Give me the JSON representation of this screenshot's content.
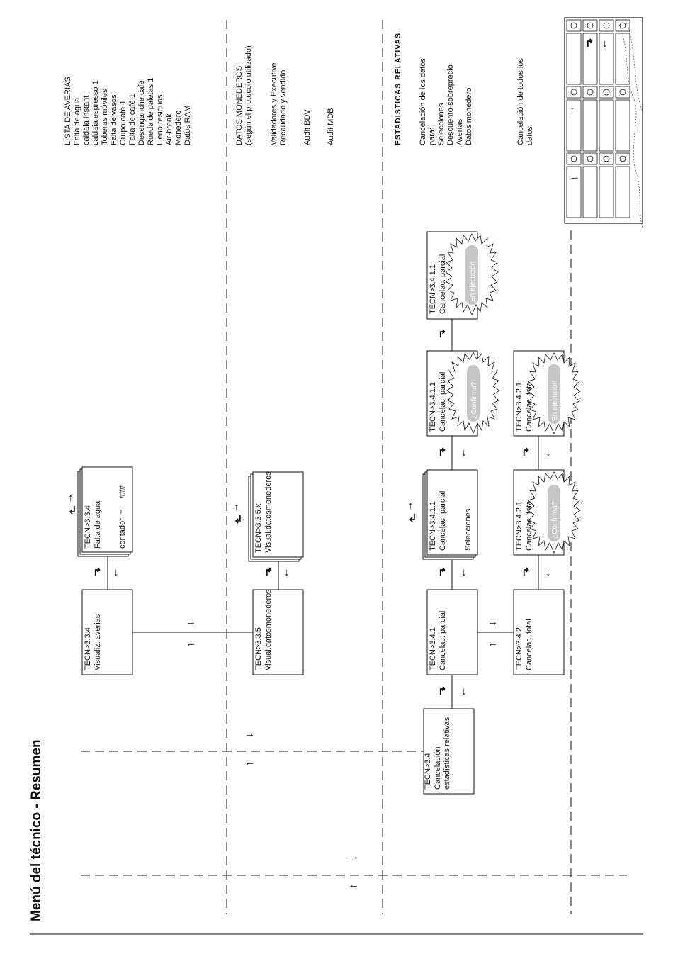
{
  "title": "Menú del técnico - Resumen",
  "faults": {
    "heading": "LISTA DE AVERIAS",
    "items": [
      "Falta de agua",
      "caldaia instant",
      "caldaia espresso 1",
      "Toberas móviles",
      "Falta de vasos",
      "Grupo café 1",
      "Falta de café 1",
      "Desenganche café",
      "Rueda de paletas 1",
      "Lleno residuos",
      "Air-break",
      "Monedero",
      "Datos RAM"
    ]
  },
  "coin_data": {
    "heading": "DATOS MONEDEROS",
    "subheading": "(según el protocolo utilizado)",
    "validators": [
      "Validadores y Executive",
      "Recaudado y vendido"
    ],
    "audit_bdv": "Audit BDV",
    "audit_mdb": "Audit MDB"
  },
  "stats": {
    "heading": "ESTADISTICAS RELATIVAS",
    "partial_lines": [
      "Cancelación de los datos",
      "para:",
      "Selecciones",
      "Descuento-sobreprecio",
      "Averías",
      "Datos monedero"
    ],
    "total_lines": [
      "Cancelación de todos los",
      "datos"
    ]
  },
  "boxes": {
    "b334": [
      "TECN>3.3.4",
      "Visualiz. averias"
    ],
    "b3341": [
      "TECN>3.3.4",
      "Falta de agua",
      "contador  =     ###"
    ],
    "b335": [
      "TECN>3.3.5",
      "Visual.datosmonederos"
    ],
    "b335x": [
      "TECN>3.3.5.x",
      "Visual.datosmonederos"
    ],
    "b34": [
      "TECN>3.4",
      "Cancelación",
      "estadísticas relativas"
    ],
    "b341": [
      "TECN>3.4.1",
      "Cancelac. parcial"
    ],
    "b3411": [
      "TECN>3.4.1.1",
      "Cancelac. parcial",
      "Selecciones"
    ],
    "b34111a": [
      "TECN>3.4.1.1",
      "Cancelac. parcial"
    ],
    "b34111b": [
      "TECN>3.4.1.1",
      "Cancelac. parcial"
    ],
    "b342": [
      "TECN>3.4.2",
      "Cancelac. total"
    ],
    "b3421": [
      "TECN>3.4.2.1",
      "Cancelac. total"
    ],
    "b34211": [
      "TECN>3.4.2.1",
      "Cancelac. total"
    ]
  },
  "badges": {
    "confirm": "¿Confirma?",
    "running1": "En ejecución",
    "running2": "En ejecución"
  },
  "icons": [
    "arrow-right-icon",
    "arrow-left-icon",
    "arrow-up-icon",
    "arrow-down-icon",
    "enter-icon",
    "escape-icon"
  ]
}
